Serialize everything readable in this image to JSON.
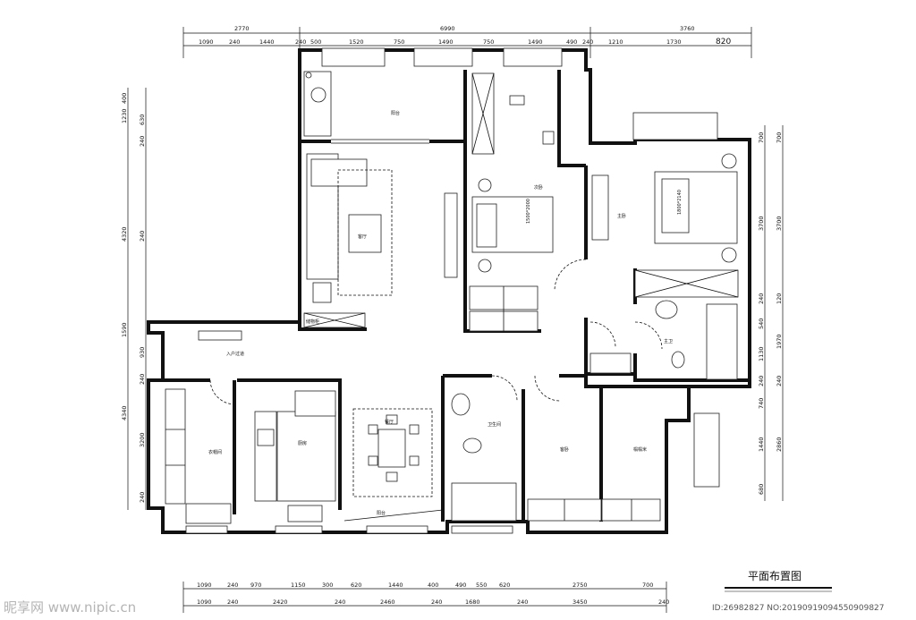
{
  "dimensions": {
    "top_overall": [
      "2770",
      "6990",
      "3760"
    ],
    "top_detail": [
      "1090",
      "240",
      "1440",
      "240",
      "500",
      "1520",
      "750",
      "1490",
      "750",
      "1490",
      "490",
      "240",
      "1210",
      "1730",
      "820"
    ],
    "bottom_detail": [
      "1090",
      "240",
      "970",
      "1150",
      "300",
      "620",
      "1440",
      "400",
      "490",
      "550",
      "620",
      "2750",
      "700"
    ],
    "bottom_overall": [
      "1090",
      "240",
      "2420",
      "240",
      "2460",
      "240",
      "1680",
      "240",
      "3450",
      "240"
    ],
    "left_detail": [
      "400",
      "1230",
      "630",
      "240",
      "4320",
      "240",
      "1590",
      "930",
      "240",
      "3200",
      "240"
    ],
    "left_overall": [
      "4340"
    ],
    "right_detail": [
      "700",
      "3700",
      "240",
      "540",
      "1130",
      "240",
      "740",
      "1440",
      "680"
    ],
    "right_overall": [
      "700",
      "3700",
      "120",
      "1970",
      "240",
      "2860"
    ]
  },
  "rooms": {
    "balcony": "阳台",
    "living_room": "客厅",
    "second_bedroom": "次卧",
    "master_bedroom": "主卧",
    "master_bath": "主卫",
    "storage": "储物柜",
    "entry": "入户过道",
    "cloakroom": "衣帽间",
    "kitchen": "厨房",
    "dining": "餐厅",
    "bathroom": "卫生间",
    "guest_room": "客卧",
    "study": "榻榻米",
    "bottom_balcony": "阳台"
  },
  "beds": {
    "second": "1500*2000",
    "master": "1800*2140"
  },
  "title": "平面布置图",
  "watermark": {
    "logo": "昵享网 www.nipic.cn",
    "id": "ID:26982827 NO:20190919094550909827"
  }
}
